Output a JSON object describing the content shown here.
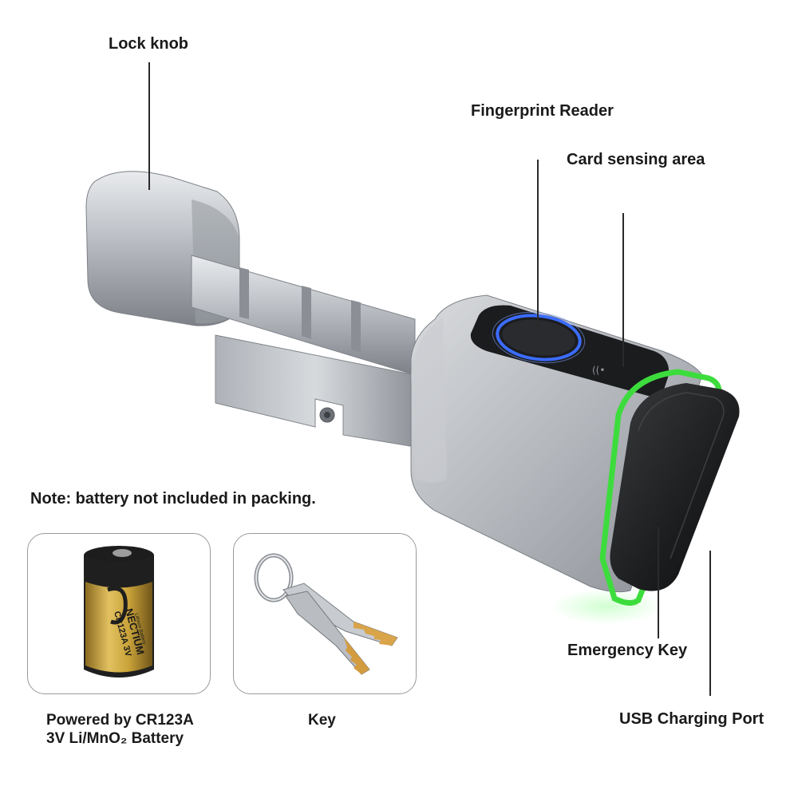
{
  "labels": {
    "lock_knob": "Lock knob",
    "fingerprint_reader": "Fingerprint Reader",
    "card_sensing_area": "Card sensing area",
    "emergency_key": "Emergency Key",
    "usb_charging_port": "USB Charging Port",
    "note": "Note: battery not included in packing.",
    "battery_caption_line1": "Powered by CR123A",
    "battery_caption_line2": "3V Li/MnO₂ Battery",
    "key_caption": "Key"
  },
  "battery_print": {
    "brand": "NECTIUM",
    "model": "CR123A 3V",
    "chem": "Lithium Battery"
  },
  "colors": {
    "ring_glow": "#3ddc3d",
    "fingerprint_glow": "#3b6cff",
    "metal": "#b9bcc2",
    "battery_gold": "#c9a239"
  }
}
